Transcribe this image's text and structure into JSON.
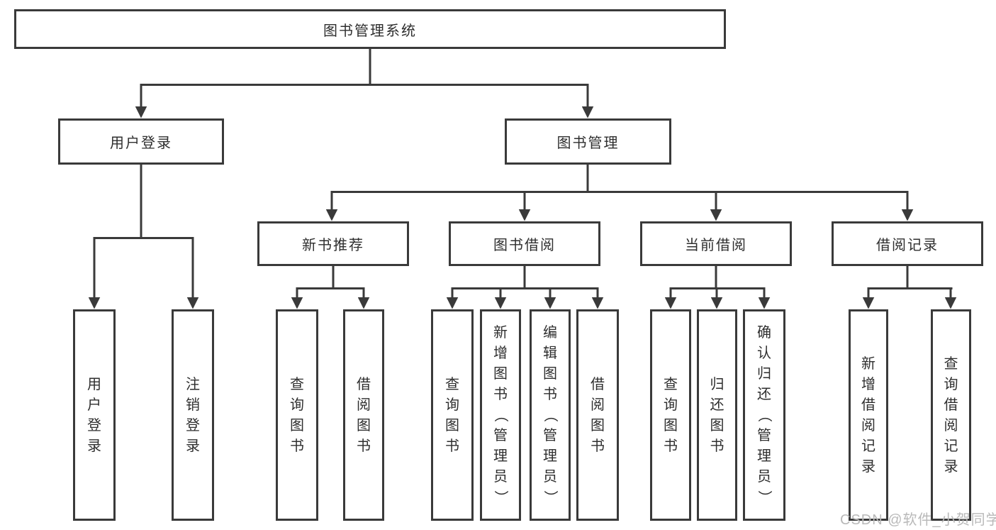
{
  "diagram": {
    "root": {
      "label": "图书管理系统"
    },
    "level2": [
      {
        "label": "用户登录"
      },
      {
        "label": "图书管理"
      }
    ],
    "level3": [
      {
        "label": "新书推荐"
      },
      {
        "label": "图书借阅"
      },
      {
        "label": "当前借阅"
      },
      {
        "label": "借阅记录"
      }
    ],
    "leaves": {
      "login": [
        {
          "label": "用户登录"
        },
        {
          "label": "注销登录"
        }
      ],
      "new": [
        {
          "label": "查询图书"
        },
        {
          "label": "借阅图书"
        }
      ],
      "borrow": [
        {
          "label": "查询图书"
        },
        {
          "label": "新增图书（管理员）"
        },
        {
          "label": "编辑图书（管理员）"
        },
        {
          "label": "借阅图书"
        }
      ],
      "current": [
        {
          "label": "查询图书"
        },
        {
          "label": "归还图书"
        },
        {
          "label": "确认归还（管理员）"
        }
      ],
      "records": [
        {
          "label": "新增借阅记录"
        },
        {
          "label": "查询借阅记录"
        }
      ]
    }
  },
  "watermark": {
    "text": "CSDN @软件_小贺同学"
  },
  "colors": {
    "line": "#3a3a3a",
    "text": "#2e2e2e",
    "watermark": "#b9b9b9",
    "background": "#ffffff"
  }
}
